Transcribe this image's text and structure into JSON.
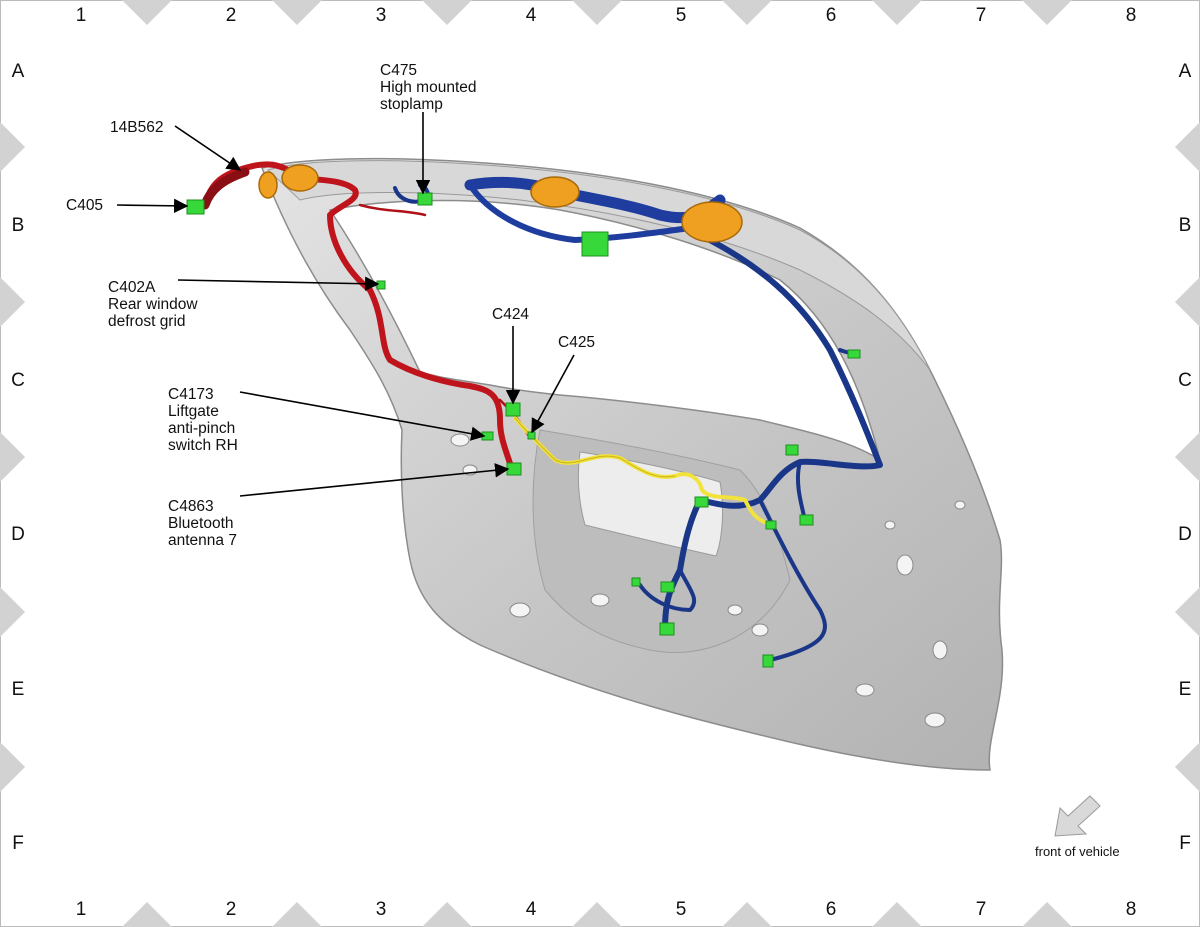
{
  "grid": {
    "columns": [
      "1",
      "2",
      "3",
      "4",
      "5",
      "6",
      "7",
      "8"
    ],
    "rows": [
      "A",
      "B",
      "C",
      "D",
      "E",
      "F"
    ]
  },
  "callouts": {
    "c475": [
      "C475",
      "High mounted",
      "stoplamp"
    ],
    "b14b562": [
      "14B562"
    ],
    "c405": [
      "C405"
    ],
    "c402a": [
      "C402A",
      "Rear window",
      "defrost grid"
    ],
    "c424": [
      "C424"
    ],
    "c425": [
      "C425"
    ],
    "c4173": [
      "C4173",
      "Liftgate",
      "anti-pinch",
      "switch RH"
    ],
    "c4863": [
      "C4863",
      "Bluetooth",
      "antenna 7"
    ]
  },
  "orientation": {
    "label": "front of vehicle",
    "icon": "front-arrow-icon"
  },
  "colors": {
    "panel": "#c9c9c9",
    "panel_dark": "#9a9a9a",
    "harness_red": "#c0141c",
    "harness_blue": "#1f3d9e",
    "harness_yellow": "#f2e23c",
    "grommet_orange": "#f0a020",
    "connector_green": "#36d83a"
  }
}
